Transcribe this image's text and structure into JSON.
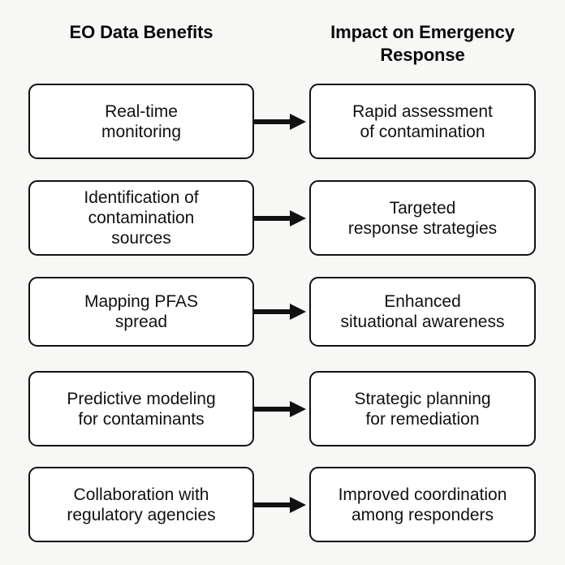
{
  "headers": {
    "left": "EO Data Benefits",
    "right": "Impact on Emergency Response"
  },
  "colors": {
    "background": "#f7f7f6",
    "node_fill": "#ffffff",
    "node_border": "#111111",
    "text": "#111111",
    "arrow": "#111111"
  },
  "rows": [
    {
      "benefit": "Real-time\nmonitoring",
      "impact": "Rapid assessment\nof contamination",
      "arrow": "arrow-right-icon"
    },
    {
      "benefit": "Identification of\ncontamination\nsources",
      "impact": "Targeted\nresponse strategies",
      "arrow": "arrow-right-icon"
    },
    {
      "benefit": "Mapping PFAS\nspread",
      "impact": "Enhanced\nsituational awareness",
      "arrow": "arrow-right-icon"
    },
    {
      "benefit": "Predictive modeling\nfor contaminants",
      "impact": "Strategic planning\nfor remediation",
      "arrow": "arrow-right-icon"
    },
    {
      "benefit": "Collaboration with\nregulatory agencies",
      "impact": "Improved coordination\namong responders",
      "arrow": "arrow-right-icon"
    }
  ]
}
